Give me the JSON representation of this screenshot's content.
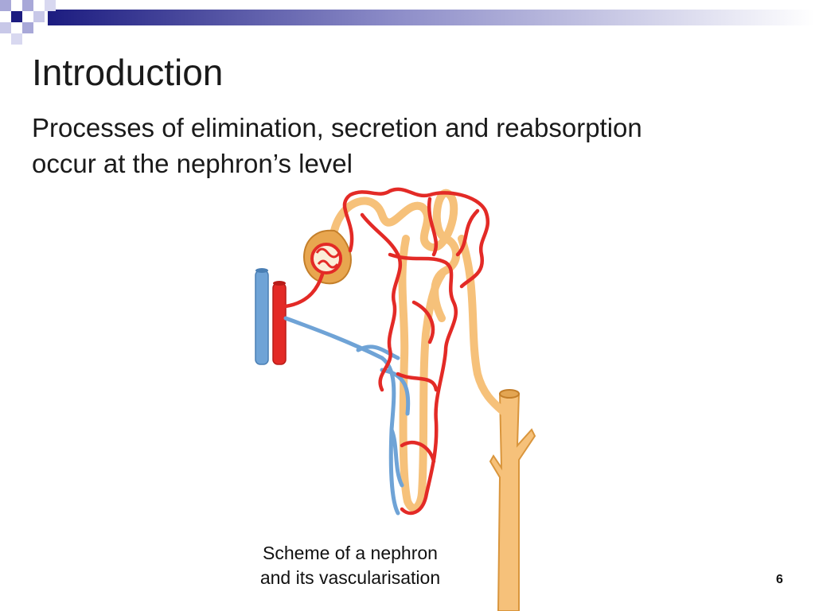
{
  "slide": {
    "title": "Introduction",
    "body_line1": "Processes of elimination, secretion and reabsorption",
    "body_line2": "occur at the nephron’s level",
    "caption_line1": "Scheme of a nephron",
    "caption_line2": "and its vascularisation",
    "page_number": "6"
  },
  "colors": {
    "header_dark": "#1c1c80",
    "header_light": "#9a9ad0",
    "artery": "#e32a26",
    "vein": "#6fa3d6",
    "tubule": "#f6c17a",
    "tubule_outline": "#d9953c"
  }
}
